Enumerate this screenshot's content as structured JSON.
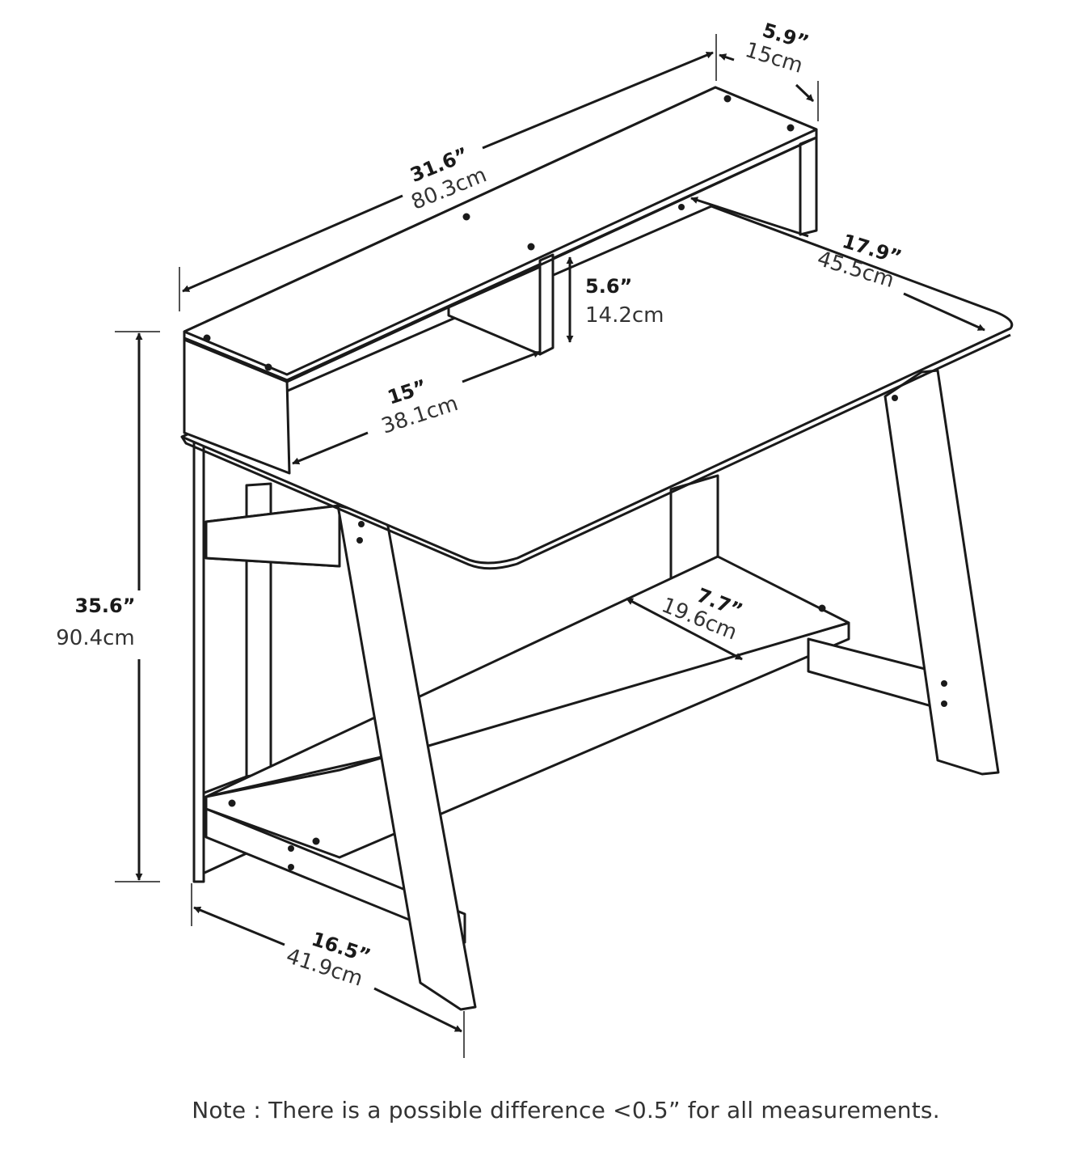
{
  "dimensions": [
    {
      "id": "width",
      "inch": "31.6”",
      "cm": "80.3cm"
    },
    {
      "id": "hutch-depth",
      "inch": "5.9”",
      "cm": "15cm"
    },
    {
      "id": "desk-depth",
      "inch": "17.9”",
      "cm": "45.5cm"
    },
    {
      "id": "hutch-height",
      "inch": "5.6”",
      "cm": "14.2cm"
    },
    {
      "id": "hutch-opening",
      "inch": "15”",
      "cm": "38.1cm"
    },
    {
      "id": "total-height",
      "inch": "35.6”",
      "cm": "90.4cm"
    },
    {
      "id": "shelf-depth",
      "inch": "7.7”",
      "cm": "19.6cm"
    },
    {
      "id": "base-depth",
      "inch": "16.5”",
      "cm": "41.9cm"
    }
  ],
  "note": "Note : There is a possible difference <0.5” for all measurements.",
  "colors": {
    "line": "#1a1a1a",
    "background": "#ffffff",
    "note_text": "#333333"
  }
}
